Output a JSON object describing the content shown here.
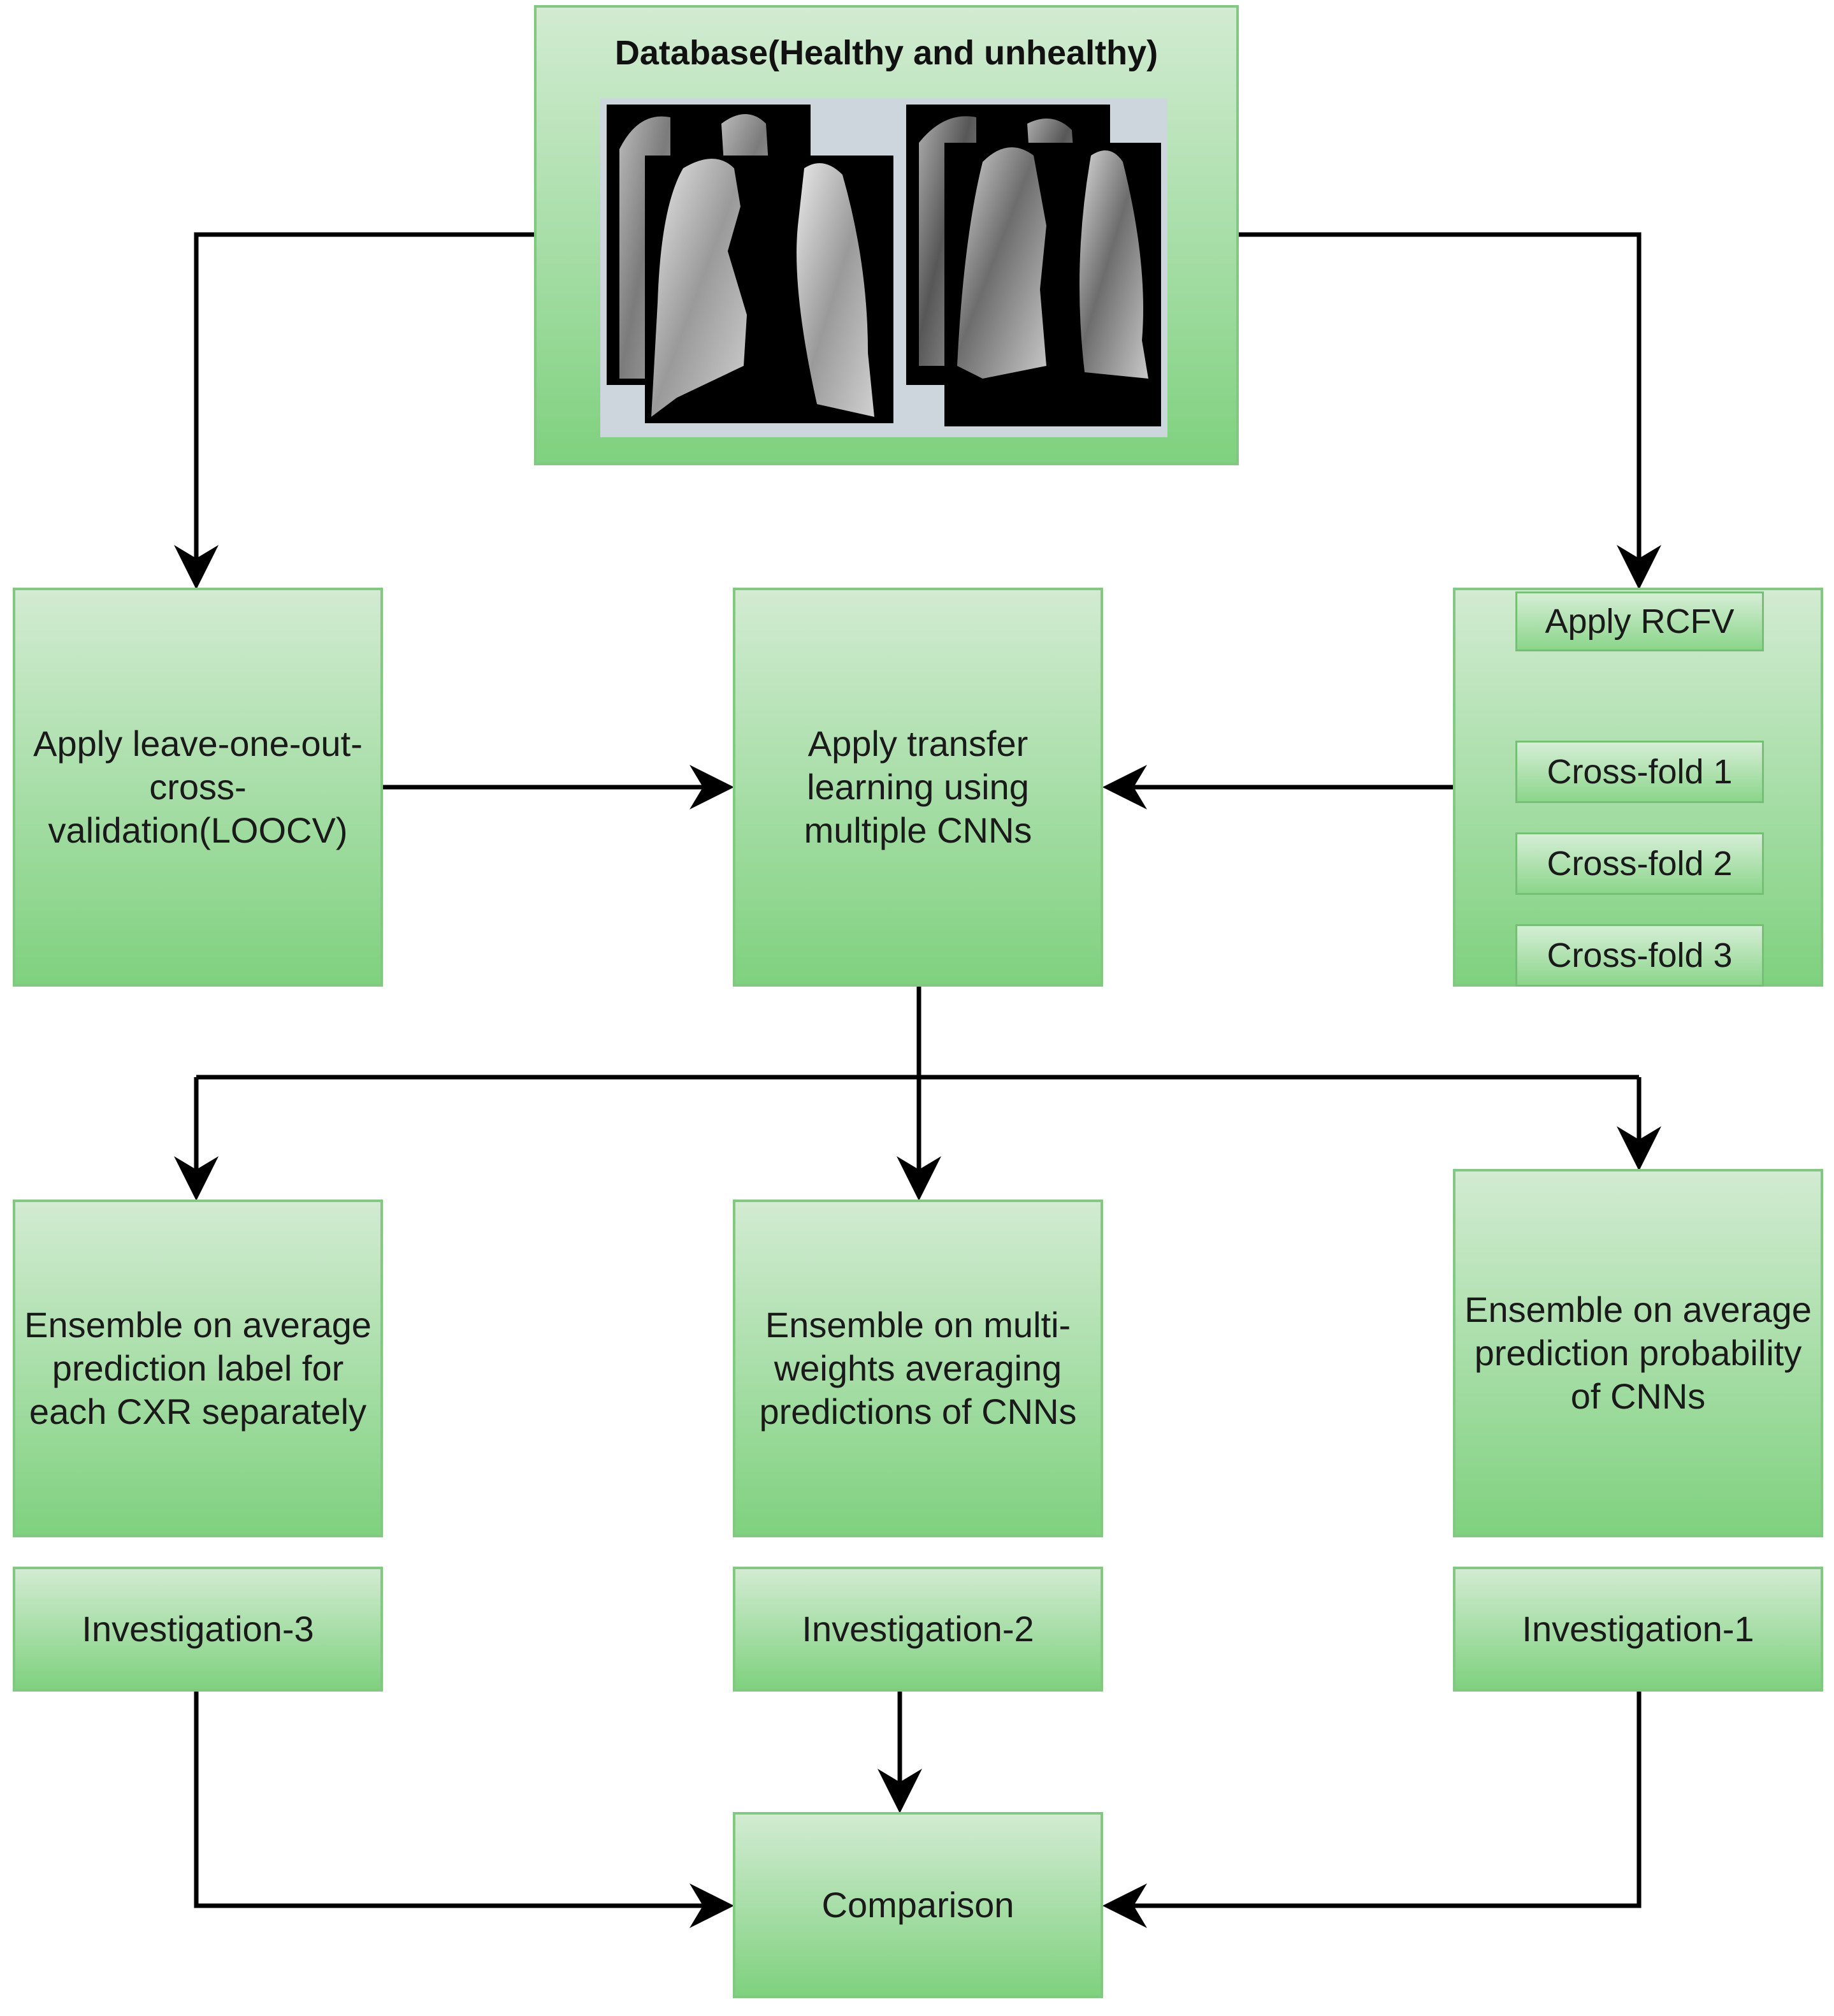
{
  "database": {
    "title": "Database(Healthy and unhealthy)",
    "image": "chest-xray-lung-segmentation-images"
  },
  "nodes": {
    "loocv": "Apply leave-one-out-cross-validation(LOOCV)",
    "transfer": "Apply transfer learning using multiple CNNs",
    "rcfv": {
      "title": "Apply RCFV",
      "folds": [
        "Cross-fold 1",
        "Cross-fold 2",
        "Cross-fold 3"
      ]
    },
    "ensemble_label": "Ensemble on average prediction label for each CXR separately",
    "ensemble_weights": "Ensemble on multi-weights averaging predictions of CNNs",
    "ensemble_prob": "Ensemble on average prediction probability of CNNs",
    "inv3": "Investigation-3",
    "inv2": "Investigation-2",
    "inv1": "Investigation-1",
    "comparison": "Comparison"
  },
  "colors": {
    "box_top": "#d2ebd2",
    "box_bottom": "#7fd17f",
    "border": "#82c882",
    "arrow": "#000000"
  }
}
